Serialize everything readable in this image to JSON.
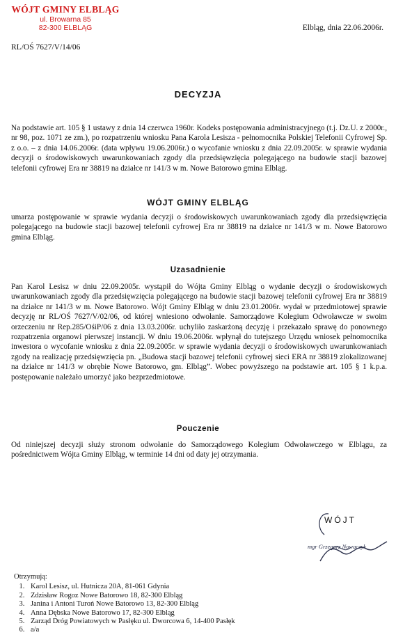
{
  "header": {
    "stamp_line1": "WÓJT GMINY ELBLĄG",
    "stamp_line2": "ul. Browarna 85",
    "stamp_line3": "82-300 ELBLĄG",
    "reference": "RL/OŚ 7627/V/14/06",
    "place_date": "Elbląg, dnia 22.06.2006r."
  },
  "title": "DECYZJA",
  "intro": "Na podstawie art. 105 § 1 ustawy z dnia 14 czerwca 1960r. Kodeks postępowania administracyjnego (t.j. Dz.U. z 2000r., nr 98, poz. 1071 ze zm.), po rozpatrzeniu wniosku Pana Karola Lesisza - pełnomocnika Polskiej Telefonii Cyfrowej Sp. z o.o. – z dnia 14.06.2006r. (data wpływu 19.06.2006r.) o wycofanie wniosku z dnia 22.09.2005r. w sprawie wydania decyzji o środowiskowych uwarunkowaniach zgody dla przedsięwzięcia polegającego na budowie stacji bazowej telefonii cyfrowej Era nr 38819 na działce nr 141/3 w m. Nowe Batorowo gmina Elbląg.",
  "authority": "WÓJT GMINY ELBLĄG",
  "decision": {
    "keyword": "umarza",
    "text": " postępowanie w sprawie wydania decyzji o środowiskowych uwarunkowaniach zgody dla przedsięwzięcia polegającego na budowie stacji bazowej telefonii cyfrowej Era nr 38819 na działce nr 141/3 w m. Nowe Batorowo gmina Elbląg."
  },
  "justification_heading": "Uzasadnienie",
  "justification": "Pan Karol Lesisz w dniu 22.09.2005r. wystąpił do Wójta Gminy Elbląg o wydanie decyzji o środowiskowych uwarunkowaniach zgody dla przedsięwzięcia polegającego na budowie stacji bazowej telefonii cyfrowej Era nr 38819 na działce nr 141/3 w m. Nowe Batorowo. Wójt Gminy Elbląg w dniu 23.01.2006r. wydał w przedmiotowej sprawie decyzję nr RL/OŚ 7627/V/02/06, od której wniesiono odwołanie. Samorządowe Kolegium Odwoławcze w swoim orzeczeniu nr Rep.285/OśiP/06 z dnia 13.03.2006r. uchyliło zaskarżoną decyzję i przekazało sprawę do ponownego rozpatrzenia organowi pierwszej instancji. W dniu 19.06.2006r. wpłynął do tutejszego Urzędu wniosek pełnomocnika inwestora o wycofanie wniosku z dnia 22.09.2005r. w sprawie wydania decyzji o środowiskowych uwarunkowaniach zgody na realizację przedsięwzięcia pn. „Budowa stacji bazowej telefonii cyfrowej sieci ERA nr 38819 zlokalizowanej na działce nr 141/3 w obrębie Nowe Batorowo, gm. Elbląg”. Wobec powyższego na podstawie art. 105 § 1 k.p.a. postępowanie należało umorzyć jako bezprzedmiotowe.",
  "instruction_heading": "Pouczenie",
  "instruction": "Od niniejszej decyzji służy stronom odwołanie do Samorządowego Kolegium Odwoławczego w Elblągu, za pośrednictwem Wójta Gminy Elbląg, w terminie 14 dni od daty jej otrzymania.",
  "signature": {
    "title": "WÓJT",
    "name": "mgr Grzegorz Nowaczyk"
  },
  "recipients_heading": "Otrzymują:",
  "recipients": [
    "Karol Lesisz, ul. Hutnicza 20A, 81-061 Gdynia",
    "Zdzisław Rogoz Nowe Batorowo 18, 82-300 Elbląg",
    "Janina i Antoni Turoń Nowe Batorowo 13, 82-300 Elbląg",
    "Anna Dębska Nowe Batorowo 17, 82-300 Elbląg",
    "Zarząd Dróg Powiatowych w Pasłęku ul. Dworcowa 6, 14-400 Pasłęk",
    "a/a"
  ],
  "colors": {
    "stamp": "#d21a1a",
    "ink": "#111111",
    "pen": "#2a2f4a"
  }
}
